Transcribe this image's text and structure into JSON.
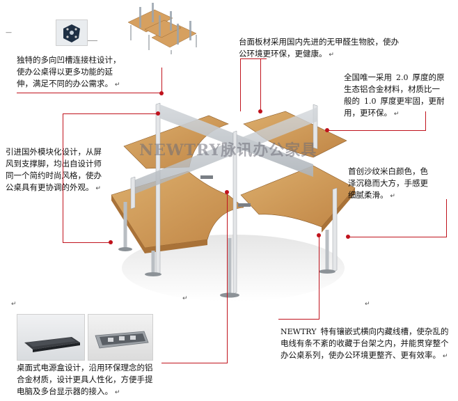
{
  "notes": {
    "connector": {
      "line1": "独特的多向凹槽连接柱设计，",
      "line2": "使办公桌得以更多功能的延",
      "line3": "伸，满足不同的办公需求。"
    },
    "board": {
      "line1": "台面板材采用国内先进的无甲醛生物胶，使办",
      "line2": "公环境更环保，更健康。"
    },
    "aluminum": {
      "line1_a": "全国唯一采用",
      "line1_num": "2.0",
      "line1_b": "厚度的原",
      "line2": "生态铝合金材料，材质比一",
      "line3_a": "般的",
      "line3_num": "1.0",
      "line3_b": "厚度更牢固，更耐",
      "line4": "用，更环保。"
    },
    "design": {
      "line1": "引进国外模块化设计，从屏",
      "line2": "风到支撑脚，均出自设计师",
      "line3": "同一个简约时尚风格，使办",
      "line4": "公桌具有更协调的外观。"
    },
    "color": {
      "line1": "首创沙纹米白颜色，色",
      "line2": "泽沉稳而大方，手感更",
      "line3": "细腻柔滑。"
    },
    "wiring": {
      "line1_brand": "NEWTRY",
      "line1_rest": "特有镶嵌式横向内藏线槽，使杂乱的",
      "line2": "电线有条不紊的收藏于台架之内，并能贯穿整个",
      "line3": "办公桌系列，使办公环境更整齐、更有效率。"
    },
    "powerbox": {
      "line1": "桌面式电源盒设计，沿用环保理念的铝",
      "line2": "合金材质，设计更具人性化，方便手提",
      "line3": "电脑及多台显示器的接入。"
    }
  },
  "watermark": "NEWTRY脉讯办公家具",
  "colors": {
    "leader": "#c0121c",
    "wood": "#c9934f",
    "wood_light": "#dcae6c",
    "frame": "#e4e6e8",
    "glass": "#b9bec4"
  }
}
